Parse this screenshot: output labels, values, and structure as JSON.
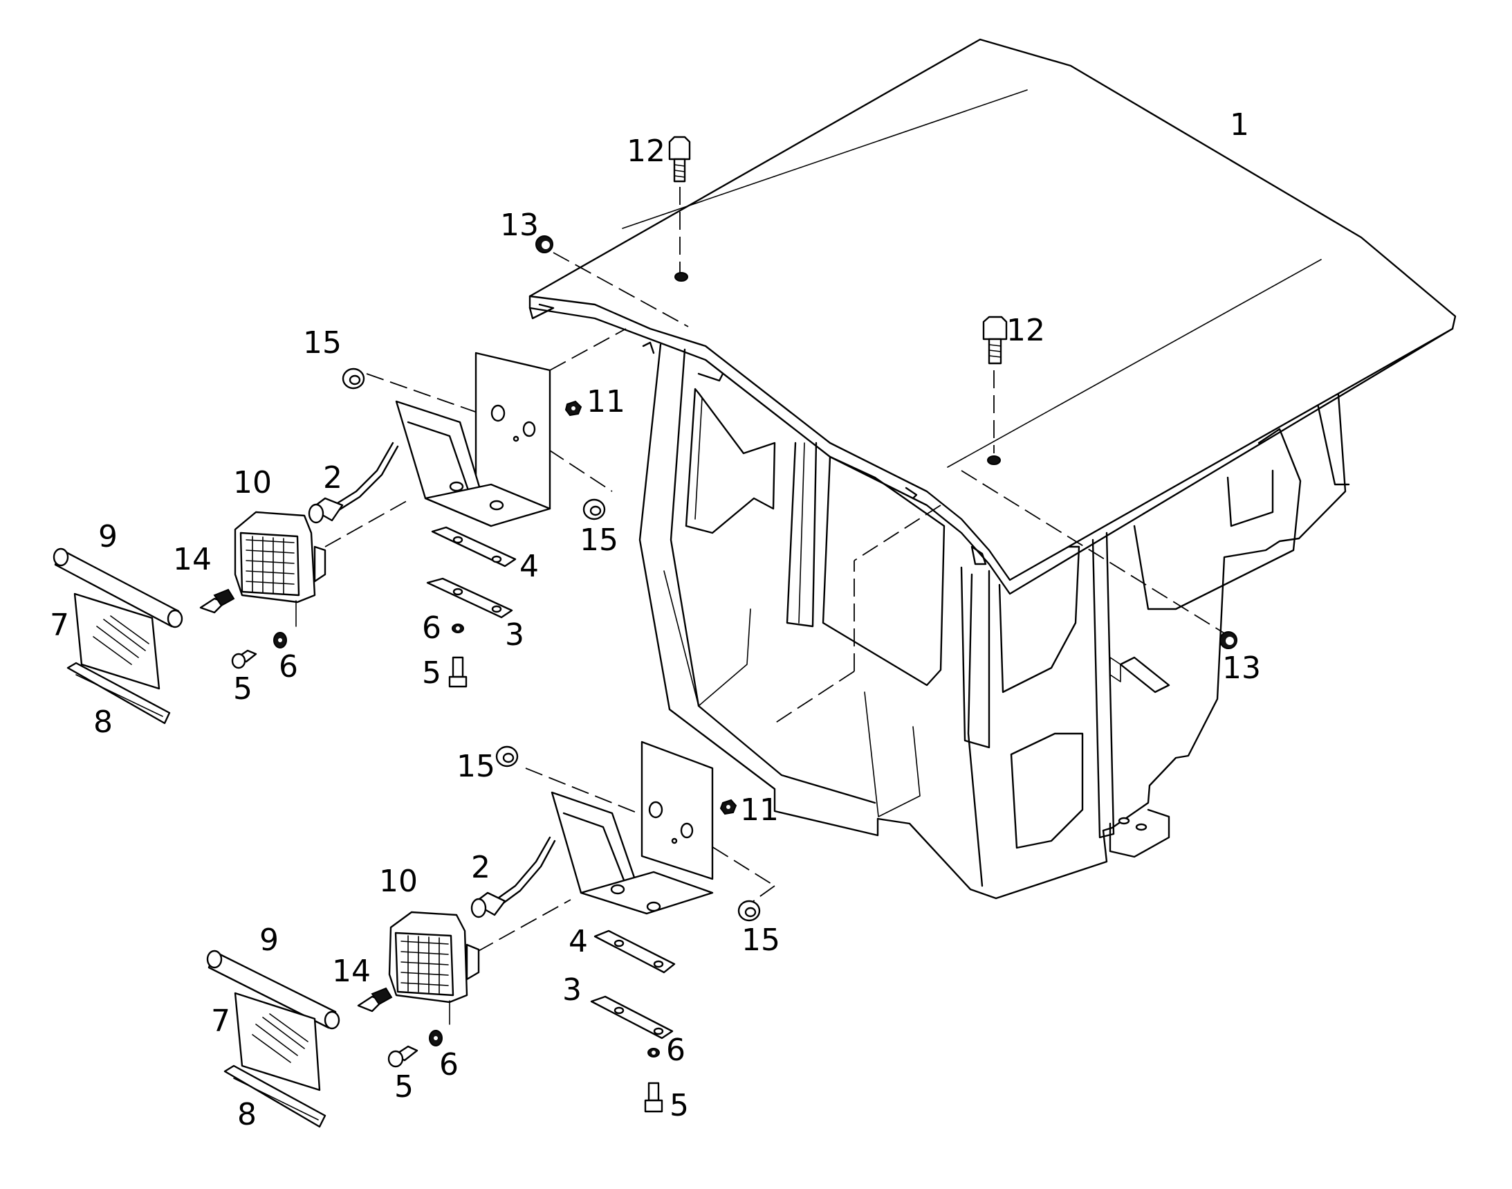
{
  "labels": {
    "roof": "1",
    "roof_bolt_a": "12",
    "roof_bolt_b": "12",
    "roof_nut_a": "13",
    "roof_nut_b": "13",
    "upper": {
      "grommet_a": "15",
      "grommet_b": "15",
      "nut": "11",
      "cable": "2",
      "lamp": "10",
      "strip_4": "4",
      "strip_3": "3",
      "washer_bracket": "6",
      "screw_bracket": "5",
      "tube": "9",
      "bulb": "14",
      "lens": "7",
      "rubber": "8",
      "screw_lamp": "5",
      "washer_lamp": "6"
    },
    "lower": {
      "grommet_a": "15",
      "grommet_b": "15",
      "nut": "11",
      "cable": "2",
      "lamp": "10",
      "strip_4": "4",
      "strip_3": "3",
      "washer_bracket": "6",
      "screw_bracket": "5",
      "tube": "9",
      "bulb": "14",
      "lens": "7",
      "rubber": "8",
      "screw_lamp": "5",
      "washer_lamp": "6"
    }
  }
}
